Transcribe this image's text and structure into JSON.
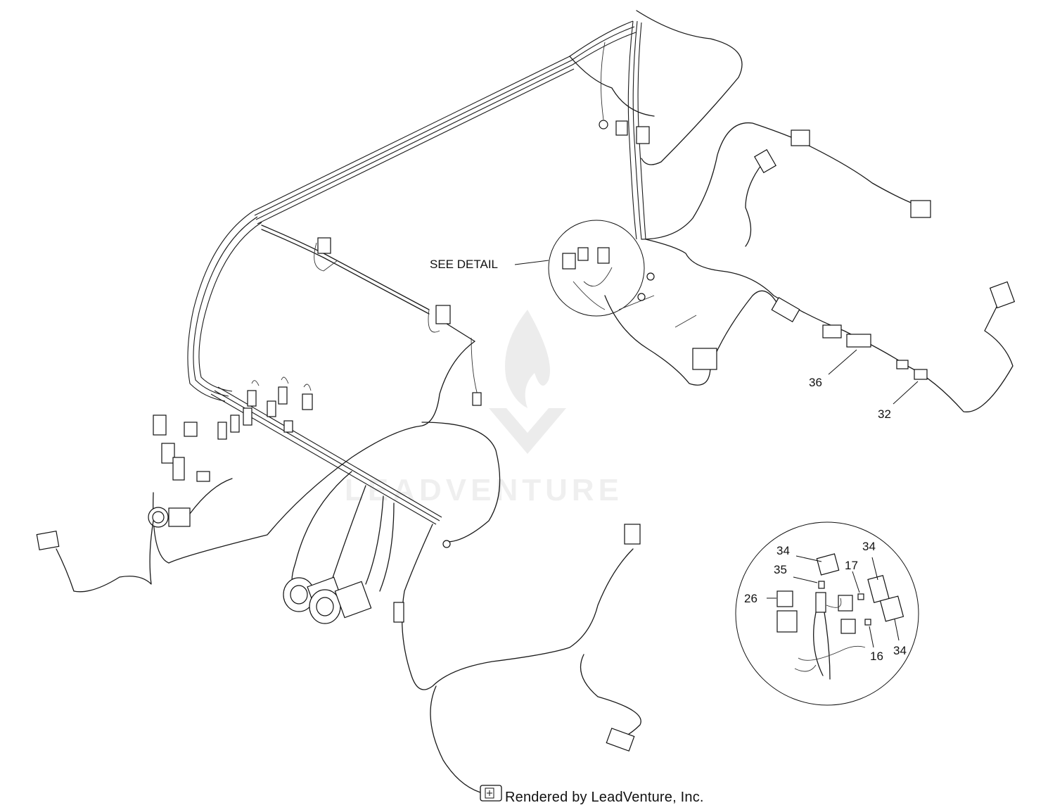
{
  "labels": {
    "see_detail": "SEE DETAIL",
    "p36": "36",
    "p32": "32",
    "p34a": "34",
    "p34b": "34",
    "p34c": "34",
    "p35": "35",
    "p17": "17",
    "p26": "26",
    "p16": "16"
  },
  "watermark": {
    "text": "LEADVENTURE"
  },
  "footer": {
    "text": "Rendered by LeadVenture, Inc."
  },
  "icons": {
    "footer_logo": "leadventure-logo-icon"
  }
}
